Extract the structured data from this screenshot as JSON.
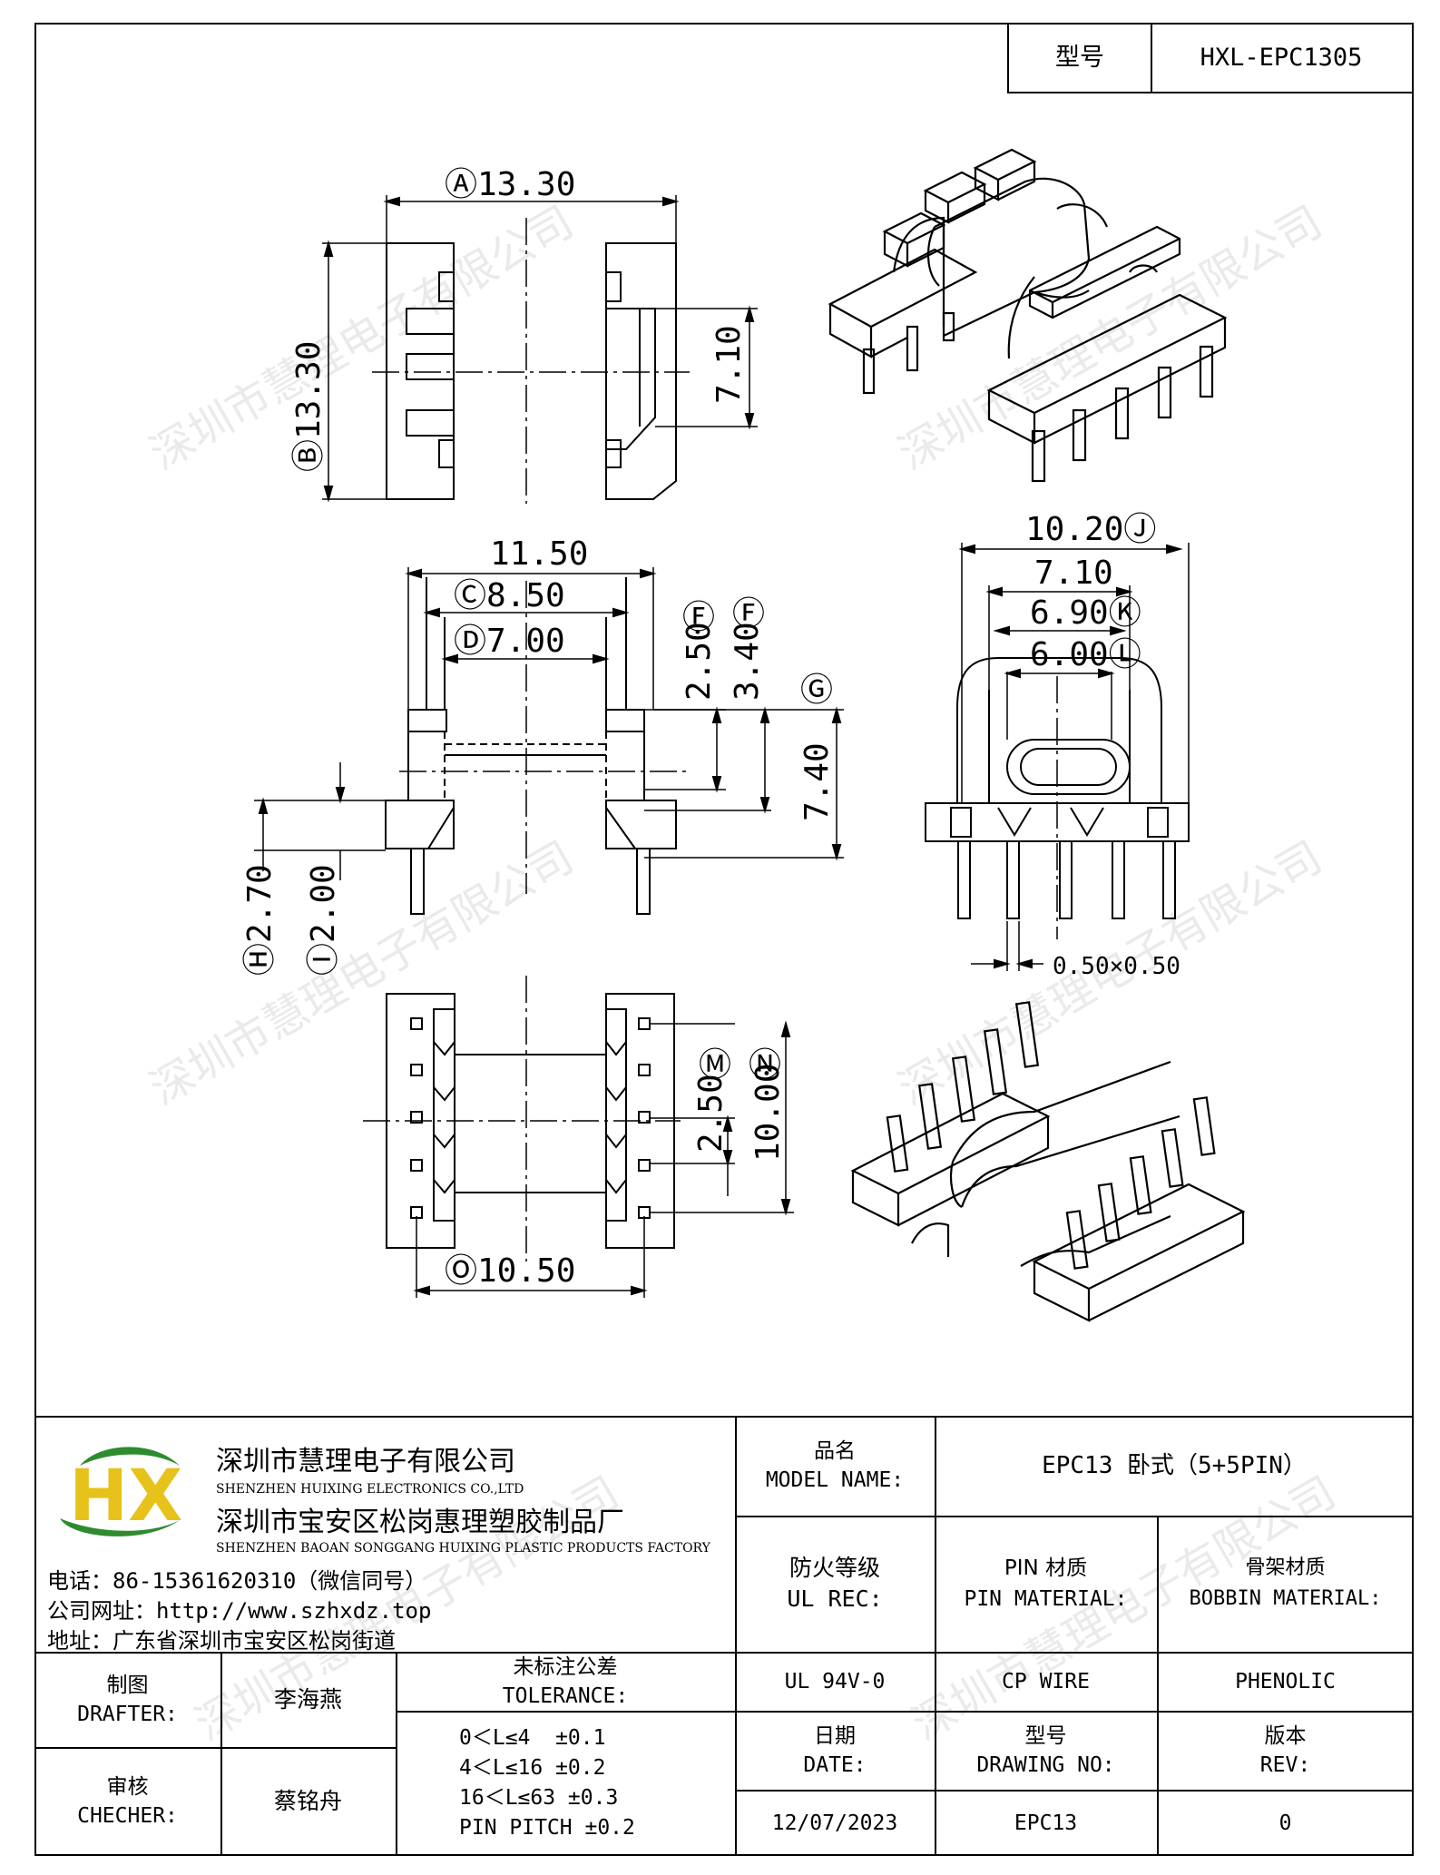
{
  "model_box": {
    "label": "型号",
    "value": "HXL-EPC1305"
  },
  "dimensions": {
    "A": "Ⓐ13.30",
    "B": "Ⓑ13.30",
    "h710": "7.10",
    "w1150": "11.50",
    "C": "Ⓒ8.50",
    "D": "Ⓓ7.00",
    "F1": "Ⓕ",
    "F1v": "2.50",
    "F2": "Ⓕ",
    "F2v": "3.40",
    "G": "Ⓖ",
    "Gv": "7.40",
    "H": "Ⓗ2.70",
    "I": "Ⓘ2.00",
    "J": "10.20Ⓙ",
    "t710b": "7.10",
    "K": "6.90Ⓚ",
    "L": "6.00Ⓛ",
    "pin": "0.50×0.50",
    "M": "Ⓜ",
    "Mv": "2.50",
    "N": "Ⓝ",
    "Nv": "10.00",
    "O": "Ⓞ10.50"
  },
  "watermark": "深圳市慧理电子有限公司",
  "company": {
    "logo": "HX",
    "name_cn": "深圳市慧理电子有限公司",
    "name_en": "SHENZHEN HUIXING ELECTRONICS CO.,LTD",
    "factory_cn": "深圳市宝安区松岗惠理塑胶制品厂",
    "factory_en": "SHENZHEN BAOAN SONGGANG HUIXING PLASTIC PRODUCTS FACTORY",
    "phone": "电话：86-15361620310（微信同号）",
    "web": "公司网址：http://www.szhxdz.top",
    "address": "地址：广东省深圳市宝安区松岗街道"
  },
  "title_block": {
    "model_name_label_cn": "品名",
    "model_name_label_en": "MODEL NAME:",
    "model_name": "EPC13 卧式（5+5PIN）",
    "ul_label_cn": "防火等级",
    "ul_label_en": "UL REC:",
    "pin_label_cn": "PIN 材质",
    "pin_label_en": "PIN MATERIAL:",
    "bobbin_label_cn": "骨架材质",
    "bobbin_label_en": "BOBBIN MATERIAL:",
    "ul_value": "UL 94V-0",
    "pin_value": "CP WIRE",
    "bobbin_value": "PHENOLIC",
    "drafter_label_cn": "制图",
    "drafter_label_en": "DRAFTER:",
    "drafter": "李海燕",
    "checker_label_cn": "审核",
    "checker_label_en": "CHECHER:",
    "checker": "蔡铭舟",
    "tol_label_cn": "未标注公差",
    "tol_label_en": "TOLERANCE:",
    "tol_lines": [
      "0＜L≤4  ±0.1",
      "4＜L≤16 ±0.2",
      "16＜L≤63 ±0.3",
      "PIN PITCH ±0.2"
    ],
    "date_label_cn": "日期",
    "date_label_en": "DATE:",
    "date": "12/07/2023",
    "dwg_label_cn": "型号",
    "dwg_label_en": "DRAWING NO:",
    "dwg": "EPC13",
    "rev_label_cn": "版本",
    "rev_label_en": "REV:",
    "rev": "0"
  }
}
